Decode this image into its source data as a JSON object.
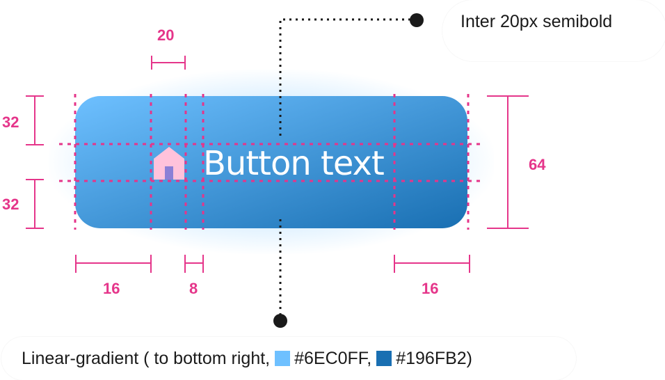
{
  "button": {
    "label": "Button text",
    "gradient_start": "#6EC0FF",
    "gradient_end": "#196FB2",
    "icon": "home-icon",
    "icon_color": "#FFC2DB"
  },
  "annotations": {
    "font_label": "Inter 20px semibold",
    "gradient_label_prefix": "Linear-gradient ( to bottom right,",
    "gradient_color_1": "#6EC0FF,",
    "gradient_color_2": "#196FB2)",
    "dimension_color": "#E5358A",
    "icon_size": "20",
    "padding_top": "32",
    "padding_bottom": "32",
    "height": "64",
    "padding_left": "16",
    "gap": "8",
    "padding_right": "16"
  }
}
